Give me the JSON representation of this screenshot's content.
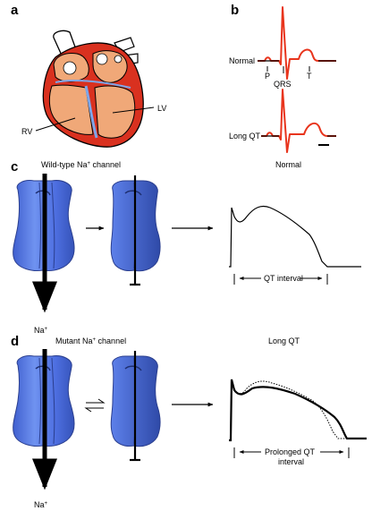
{
  "panels": {
    "a": "a",
    "b": "b",
    "c": "c",
    "d": "d"
  },
  "heart": {
    "rv_label": "RV",
    "lv_label": "LV"
  },
  "ecg": {
    "normal_label": "Normal",
    "long_qt_label": "Long QT",
    "p_label": "P",
    "qrs_label": "QRS",
    "t_label": "T"
  },
  "wild_type": {
    "title_prefix": "Wild-type Na",
    "title_sup": "+",
    "title_suffix": " channel",
    "ion_label": "Na",
    "ion_sup": "+",
    "trace_title": "Normal",
    "interval_label": "QT interval"
  },
  "mutant": {
    "title_prefix": "Mutant Na",
    "title_sup": "+",
    "title_suffix": " channel",
    "ion_label": "Na",
    "ion_sup": "+",
    "trace_title": "Long QT",
    "interval_line1": "Prolonged QT",
    "interval_line2": "interval"
  },
  "colors": {
    "channel_blue": "#5b7fe6",
    "heart_red": "#d9311f",
    "muscle_orange": "#f0a878",
    "ecg_red": "#e8341c"
  }
}
